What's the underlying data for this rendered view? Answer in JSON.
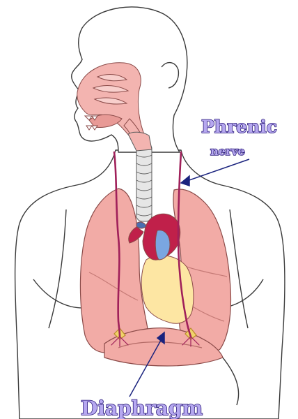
{
  "labels": {
    "phrenic": "Phrenic",
    "nerve": "nerve",
    "diaphragm": "Diaphragm"
  },
  "colors": {
    "outline": "#3a3a3a",
    "skin_fill": "#ffffff",
    "lung_fill": "#f2aba6",
    "lung_dark": "#e58e89",
    "nerve": "#a0205a",
    "heart": "#c0204a",
    "vessel_blue": "#7aa6e0",
    "pericardium": "#fde6a3",
    "trachea": "#e6e6e6",
    "label_fill": "#b6a8f0",
    "label_stroke": "#2a1a7a",
    "arrow": "#1a237e",
    "nasal": "#f3b4b0"
  }
}
